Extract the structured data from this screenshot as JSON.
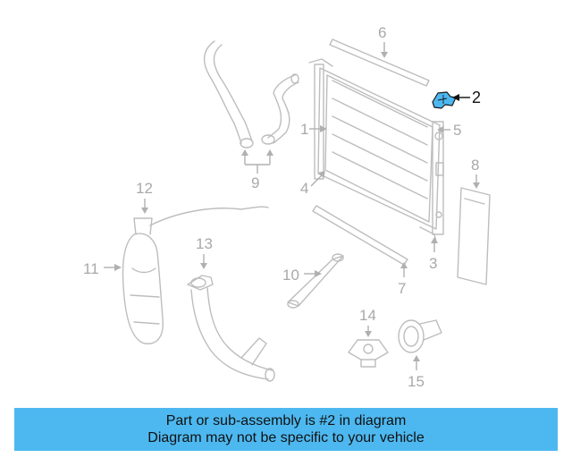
{
  "colors": {
    "banner_bg": "#4db8f0",
    "highlight_part": "#4db8f0",
    "line_art": "#bdbdbd",
    "callout_inactive": "#a9a9a9",
    "callout_active": "#111111"
  },
  "callouts": {
    "c1": "1",
    "c2": "2",
    "c3": "3",
    "c4": "4",
    "c5": "5",
    "c6": "6",
    "c7": "7",
    "c8": "8",
    "c9": "9",
    "c10": "10",
    "c11": "11",
    "c12": "12",
    "c13": "13",
    "c14": "14",
    "c15": "15"
  },
  "highlighted_part": "2",
  "banner": {
    "line1": "Part or sub-assembly is #2 in diagram",
    "line2": "Diagram may not be specific to your vehicle"
  }
}
